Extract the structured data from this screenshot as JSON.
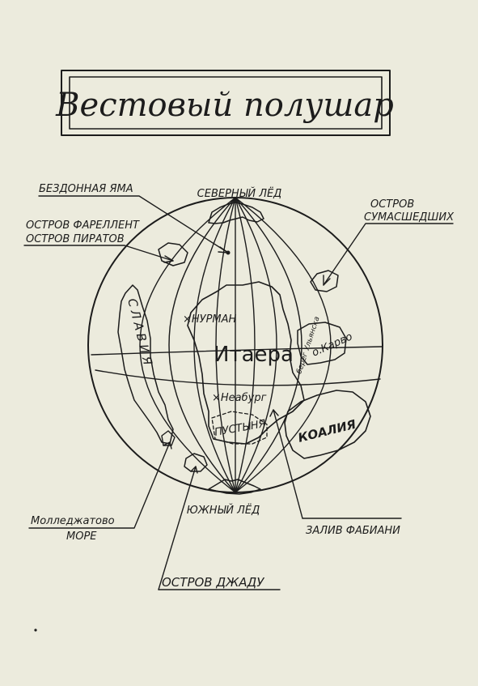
{
  "title": "Вестовый полушар",
  "labels": {
    "north_ice": "СЕВЕРНЫЙ ЛЁД",
    "south_ice": "ЮЖНЫЙ ЛЁД",
    "bottomless_pit": "БЕЗДОННАЯ ЯМА",
    "farellent_line1": "ОСТРОВ ФАРЕЛЛЕНТ",
    "farellent_line2": "ОСТРОВ ПИРАТОВ",
    "madmen_line1": "ОСТРОВ",
    "madmen_line2": "СУМАСШЕДШИХ",
    "slavia": "СЛАВИЯ",
    "nurman": "×НУРМАН",
    "itaera": "Итаера",
    "ulyansk": "берег Ульянска",
    "karvo": "о.Карво",
    "neaburg": "×Неабург",
    "desert": "ПУСТЫНЯ",
    "koaliya": "КОАЛИЯ",
    "sea_line1": "Молледжатово",
    "sea_line2": "МОРЕ",
    "fabiani_bay": "ЗАЛИВ ФАБИАНИ",
    "jadu_island": "ОСТРОВ ДЖАДУ"
  }
}
